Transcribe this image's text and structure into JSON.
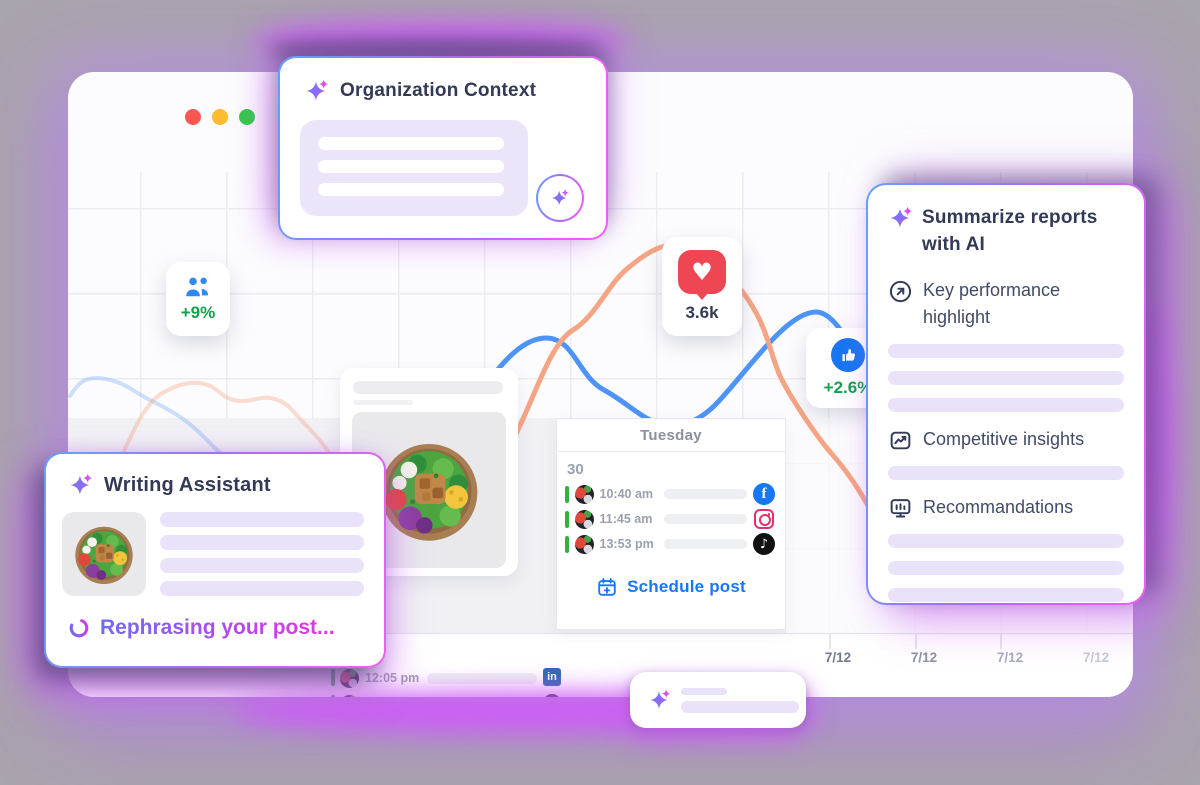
{
  "org_card": {
    "title": "Organization Context"
  },
  "summarize_card": {
    "title": "Summarize reports with AI",
    "items": [
      {
        "icon": "arrow-up-right-circle-icon",
        "label": "Key performance highlight"
      },
      {
        "icon": "line-chart-icon",
        "label": "Competitive insights"
      },
      {
        "icon": "monitor-icon",
        "label": "Recommandations"
      }
    ]
  },
  "writing_card": {
    "title": "Writing Assistant",
    "status": "Rephrasing your post..."
  },
  "calendar": {
    "day_name": "Tuesday",
    "day_number": "30",
    "events": [
      {
        "time": "10:40 am",
        "network": "Facebook"
      },
      {
        "time": "11:45 am",
        "network": "Instagram"
      },
      {
        "time": "13:53 pm",
        "network": "TikTok"
      }
    ],
    "schedule_button": "Schedule post"
  },
  "timeline_rows": [
    {
      "time": "12:05 pm",
      "network": "LinkedIn"
    }
  ],
  "badges": {
    "audience": "+9%",
    "likes": "3.6k",
    "reactions": "+2.6%"
  },
  "chart": {
    "x_labels": [
      "7/12",
      "7/12",
      "7/12",
      "7/12"
    ],
    "series": [
      {
        "name": "engagement-blue",
        "color": "#4D93F8"
      },
      {
        "name": "reach-orange",
        "color": "#F5A584"
      }
    ]
  },
  "icons": {
    "facebook_glyph": "f",
    "linkedin_glyph": "in",
    "tiktok_glyph": "♪",
    "heart_glyph": "♥"
  },
  "colors": {
    "accent_blue": "#1877F2",
    "positive_green": "#12A24A",
    "heart_red": "#EE4653",
    "traffic_lights": [
      "#FB5652",
      "#FDBB2E",
      "#2FCC46"
    ],
    "card_border_gradient": [
      "#64A0FF",
      "#A96DF2",
      "#EF5FF0"
    ]
  }
}
